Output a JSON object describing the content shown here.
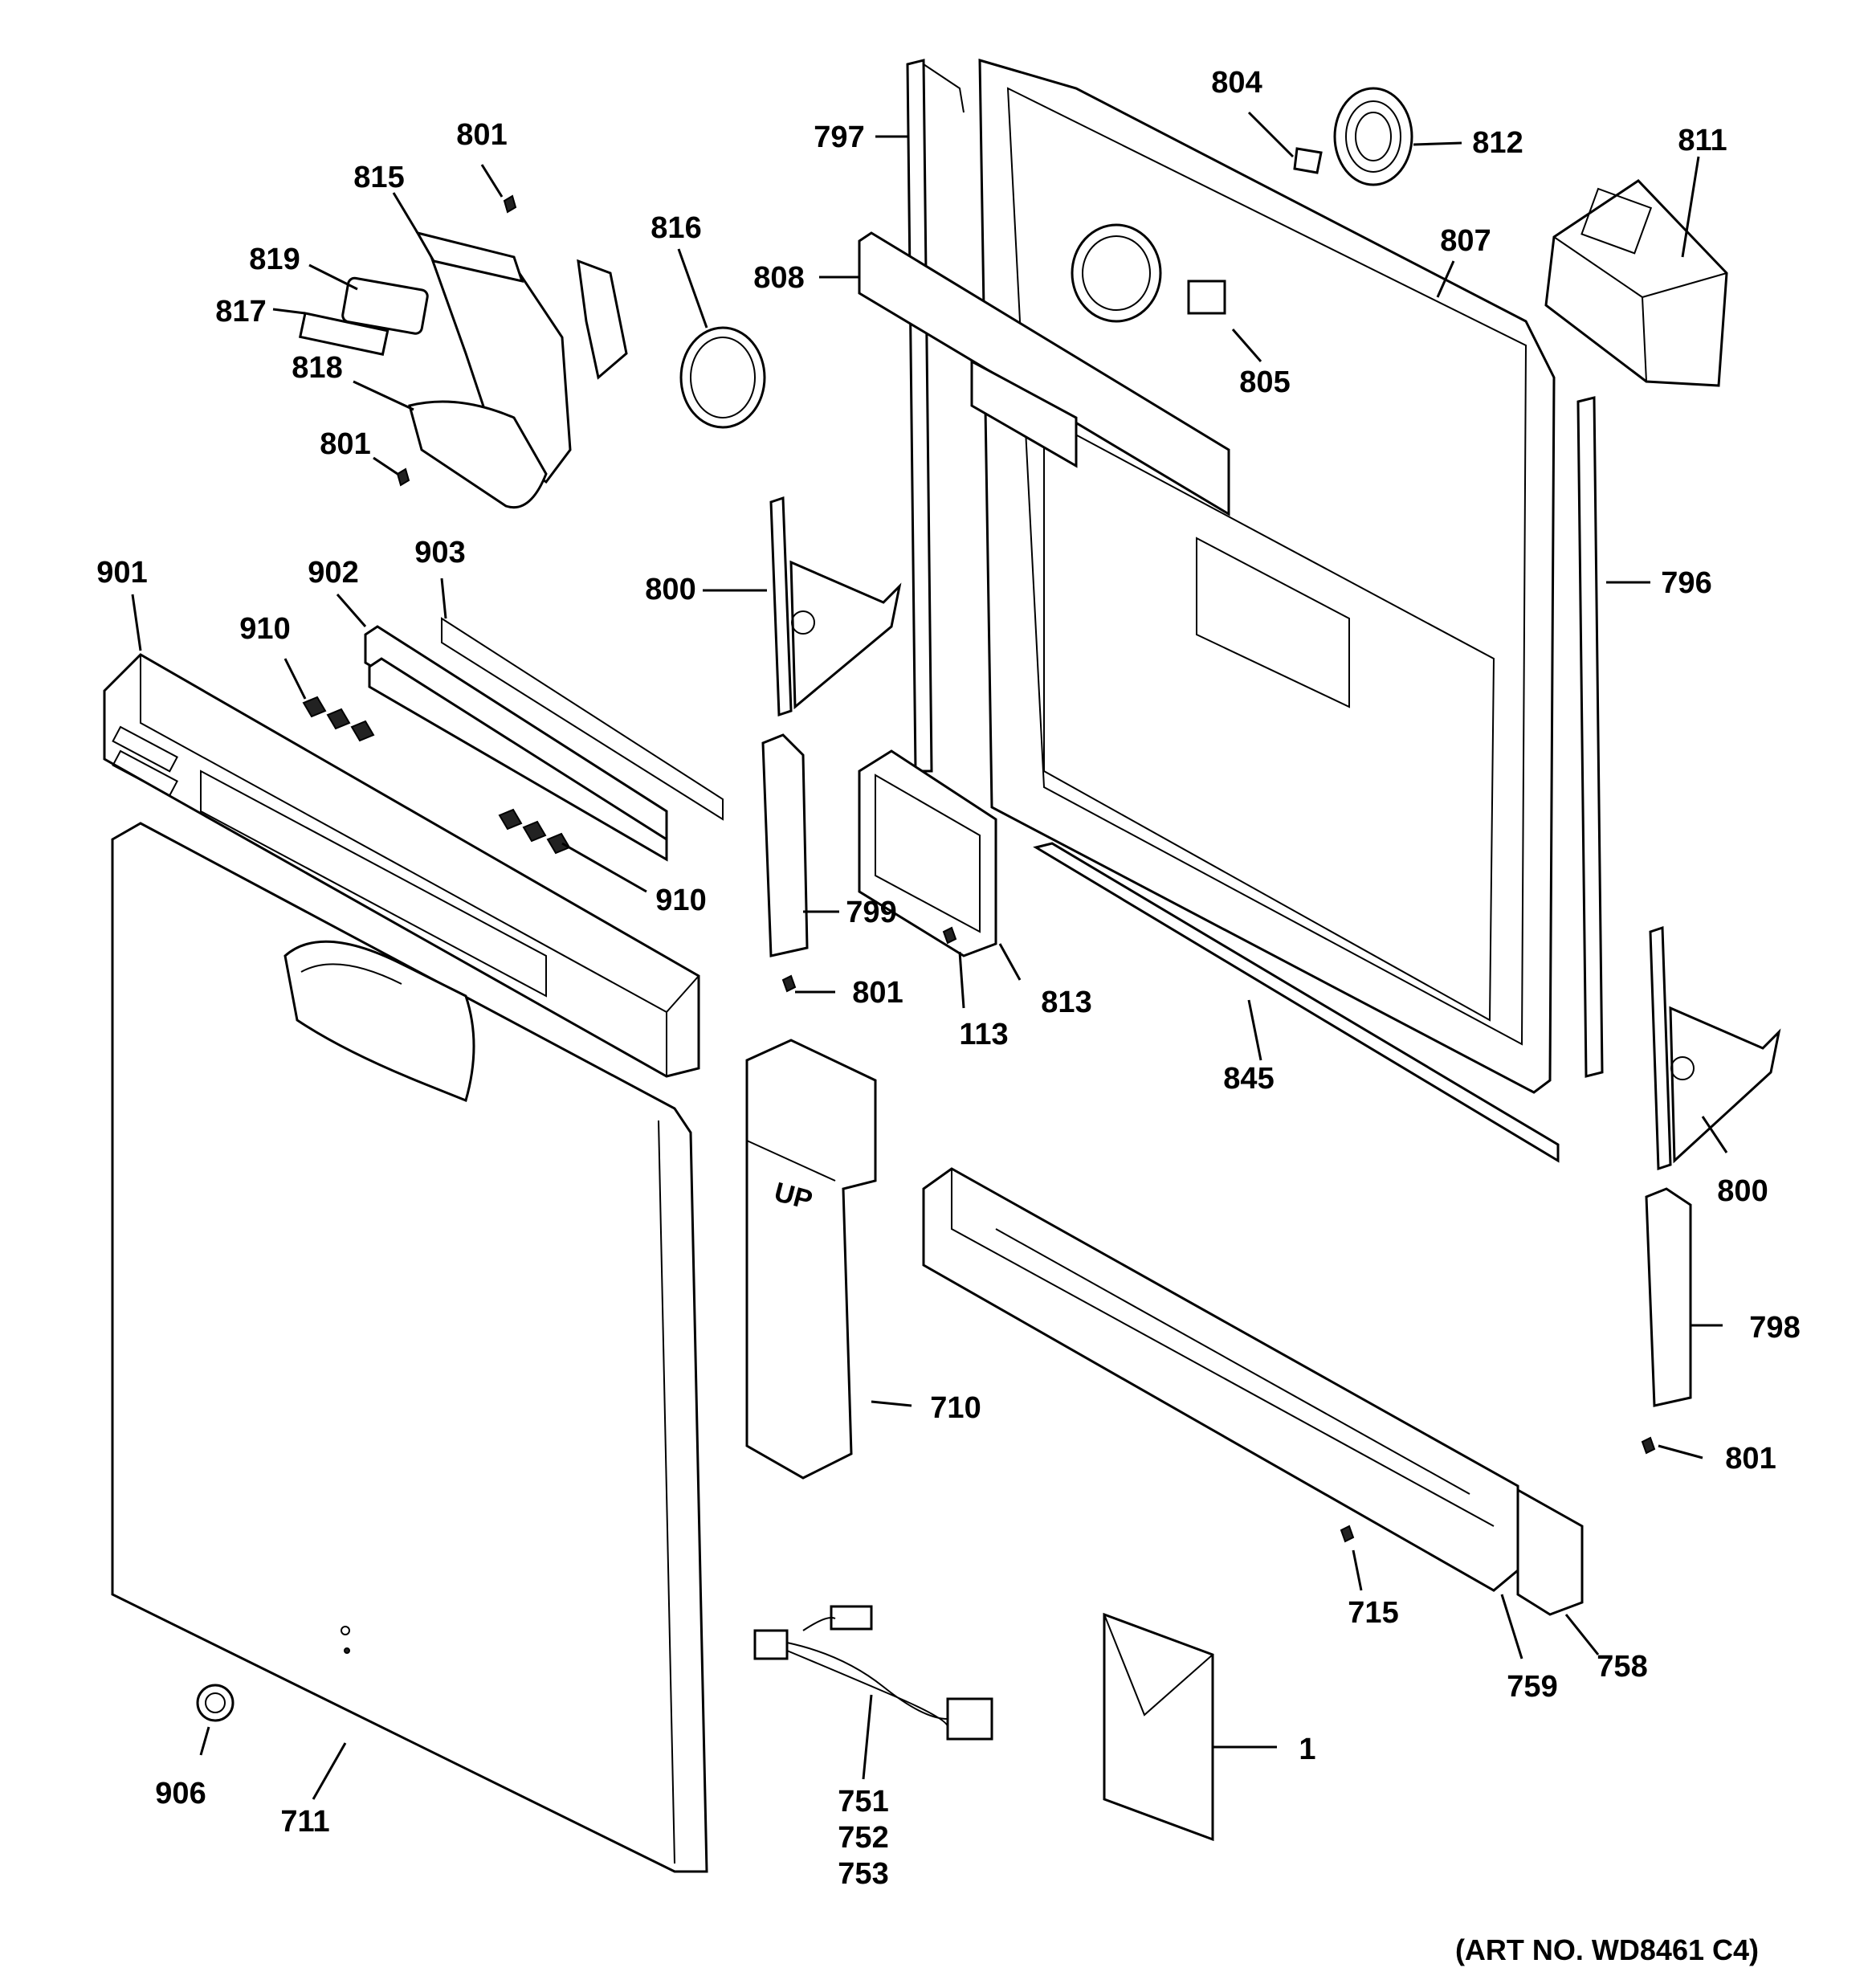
{
  "diagram": {
    "art_number": "(ART NO. WD8461 C4)",
    "labels": {
      "p801a": "801",
      "p815": "815",
      "p819": "819",
      "p817": "817",
      "p818": "818",
      "p801b": "801",
      "p816": "816",
      "p797": "797",
      "p804": "804",
      "p812": "812",
      "p811": "811",
      "p807": "807",
      "p808": "808",
      "p805": "805",
      "p796": "796",
      "p901": "901",
      "p902": "902",
      "p903": "903",
      "p910a": "910",
      "p910b": "910",
      "p800a": "800",
      "p799": "799",
      "p801c": "801",
      "p113": "113",
      "p813": "813",
      "p845": "845",
      "p800b": "800",
      "p798": "798",
      "p801d": "801",
      "p710": "710",
      "p715": "715",
      "p758": "758",
      "p759": "759",
      "p751": "751",
      "p752": "752",
      "p753": "753",
      "p1": "1",
      "p906": "906",
      "p711": "711"
    },
    "stamps": {
      "up": "UP"
    }
  }
}
